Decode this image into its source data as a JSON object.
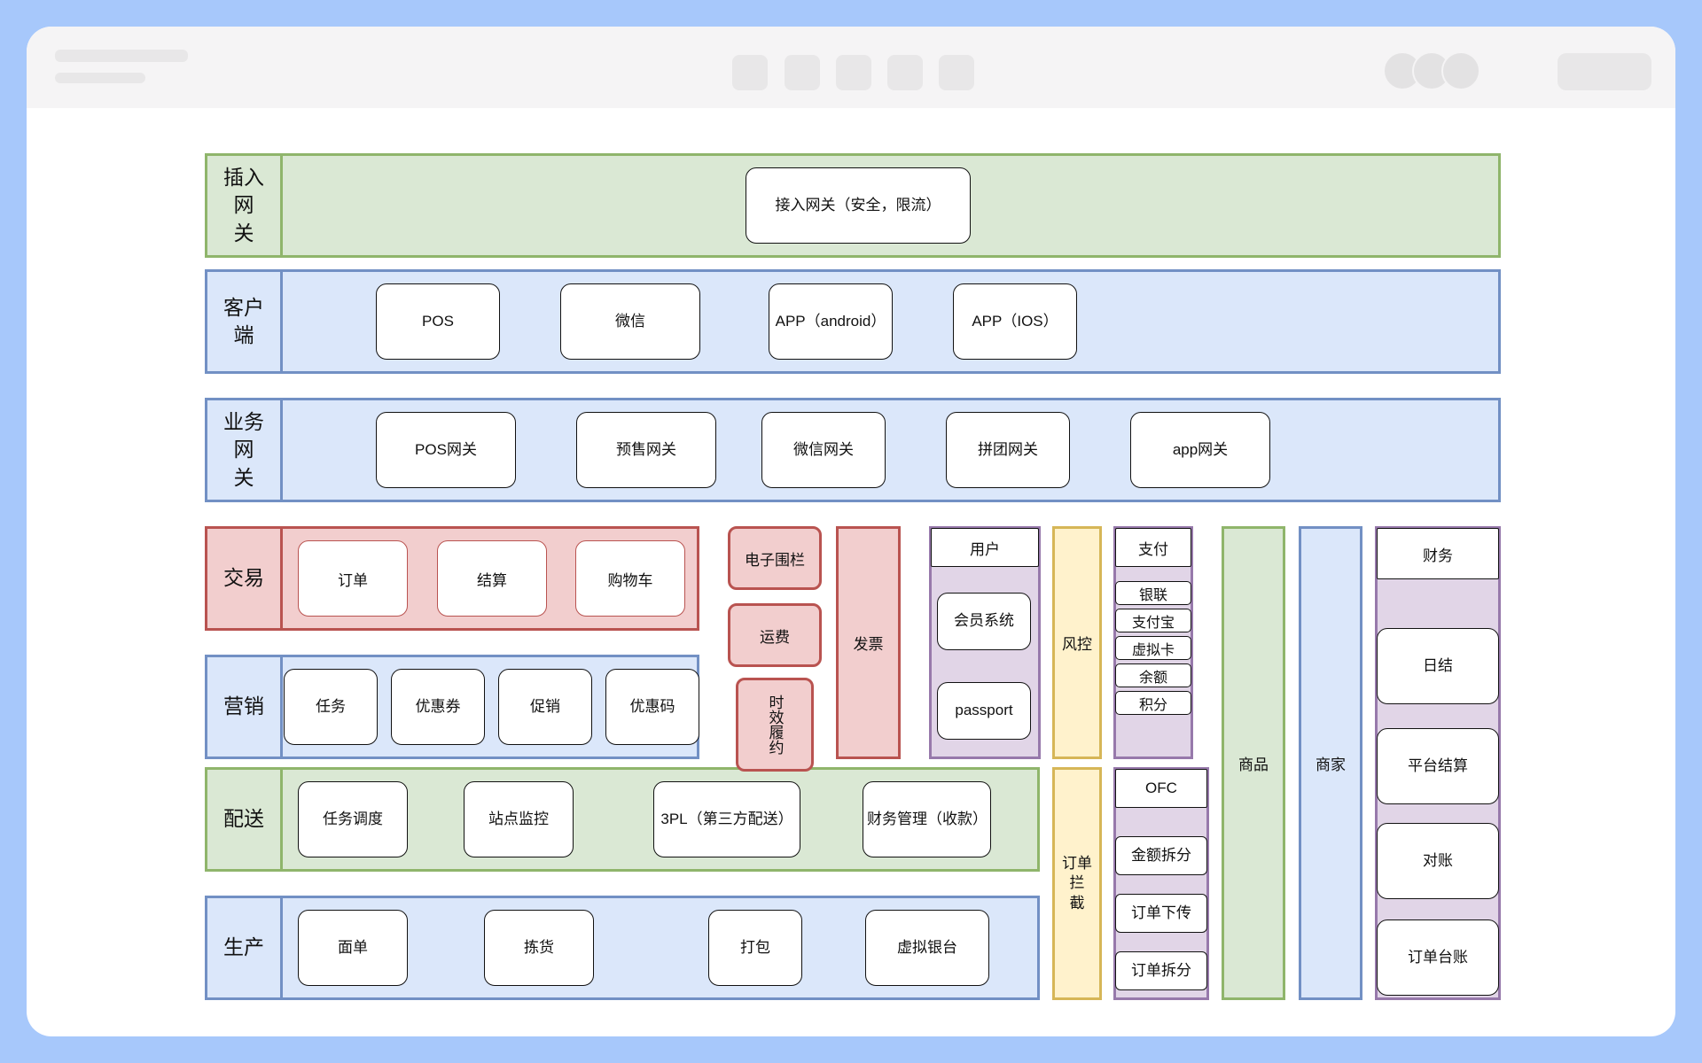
{
  "gateway": {
    "label": "插入\n网\n关",
    "access": "接入网关（安全，限流）"
  },
  "client": {
    "label": "客户\n端",
    "items": [
      "POS",
      "微信",
      "APP（android）",
      "APP（IOS）"
    ]
  },
  "business_gateway": {
    "label": "业务\n网\n关",
    "items": [
      "POS网关",
      "预售网关",
      "微信网关",
      "拼团网关",
      "app网关"
    ]
  },
  "trade": {
    "label": "交易",
    "items": [
      "订单",
      "结算",
      "购物车"
    ]
  },
  "marketing": {
    "label": "营销",
    "items": [
      "任务",
      "优惠券",
      "促销",
      "优惠码"
    ]
  },
  "delivery": {
    "label": "配送",
    "items": [
      "任务调度",
      "站点监控",
      "3PL（第三方配送）",
      "财务管理（收款）"
    ]
  },
  "production": {
    "label": "生产",
    "items": [
      "面单",
      "拣货",
      "打包",
      "虚拟银台"
    ]
  },
  "fence": "电子围栏",
  "freight": "运费",
  "fulfillment": "时效履约",
  "invoice": "发票",
  "user": {
    "title": "用户",
    "items": [
      "会员系统",
      "passport"
    ]
  },
  "risk": "风控",
  "order_intercept": "订单\n拦\n截",
  "payment": {
    "title": "支付",
    "items": [
      "银联",
      "支付宝",
      "虚拟卡",
      "余额",
      "积分"
    ]
  },
  "ofc": {
    "title": "OFC",
    "items": [
      "金额拆分",
      "订单下传",
      "订单拆分"
    ]
  },
  "goods": "商品",
  "merchant": "商家",
  "finance": {
    "title": "财务",
    "items": [
      "日结",
      "平台结算",
      "对账",
      "订单台账"
    ]
  }
}
